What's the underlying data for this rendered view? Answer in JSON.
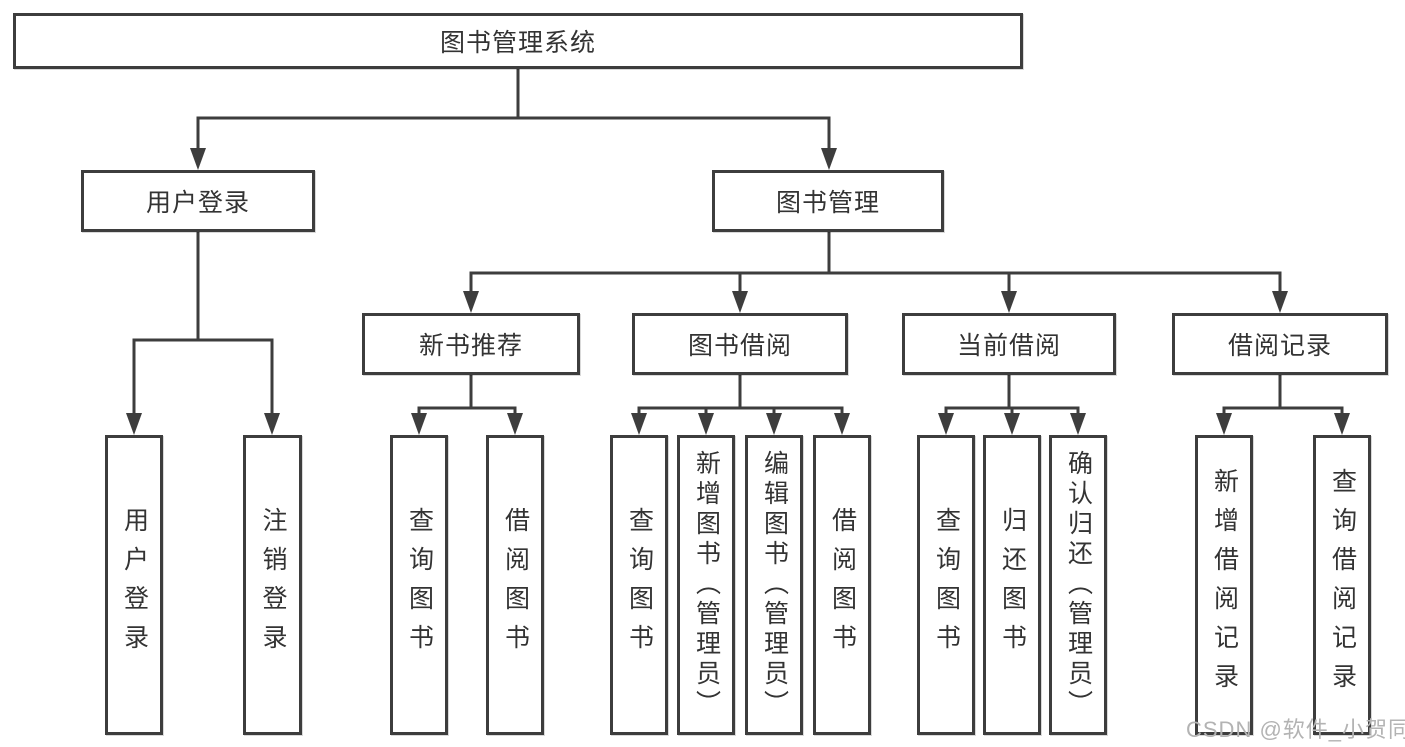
{
  "diagram": {
    "root": {
      "label": "图书管理系统"
    },
    "branches": [
      {
        "label": "用户登录",
        "children": [
          "用户登录",
          "注销登录"
        ]
      },
      {
        "label": "图书管理",
        "sections": [
          {
            "label": "新书推荐",
            "children": [
              "查询图书",
              "借阅图书"
            ]
          },
          {
            "label": "图书借阅",
            "children": [
              "查询图书",
              "新增图书（管理员）",
              "编辑图书（管理员）",
              "借阅图书"
            ]
          },
          {
            "label": "当前借阅",
            "children": [
              "查询图书",
              "归还图书",
              "确认归还（管理员）"
            ]
          },
          {
            "label": "借阅记录",
            "children": [
              "新增借阅记录",
              "查询借阅记录"
            ]
          }
        ]
      }
    ]
  },
  "watermark": "CSDN @软件_小贺同学",
  "colors": {
    "line": "#3d3d3d",
    "text": "#333333",
    "watermark": "#b3b3b3",
    "background": "#ffffff"
  }
}
